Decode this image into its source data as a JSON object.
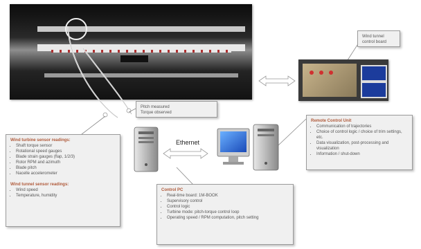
{
  "ethernet_label": "Ethernet",
  "callouts": {
    "wind_tunnel_control": {
      "lines": [
        "Wind tunnel",
        "control board"
      ]
    },
    "pitch_bubble": {
      "lines": [
        "Pitch measured",
        "Torque observed"
      ]
    },
    "remote_control": {
      "title": "Remote Control Unit",
      "items": [
        "Communication of trajectories",
        "Choice of control logic / choice of trim settings, etc.",
        "Data visualization, post-processing and visualization",
        "Information / shut-down"
      ]
    },
    "wind_turbine_sensor": {
      "title": "Wind turbine sensor readings:",
      "items": [
        "Shaft torque sensor",
        "Rotational speed gauges",
        "Blade strain gauges (flap, 1/2/3)",
        "Rotor RPM and azimuth",
        "Blade pitch",
        "Nacelle accelerometer"
      ],
      "title2": "Wind tunnel sensor readings:",
      "items2": [
        "Wind speed",
        "Temperature, humidity"
      ]
    },
    "control_pc": {
      "title": "Control PC",
      "items": [
        "Real-time board: 1M-BOOK",
        "Supervisory control",
        "Control logic",
        "Turbine mode: pitch-torque control loop",
        "Operating speed / RPM computation, pitch setting"
      ]
    }
  }
}
